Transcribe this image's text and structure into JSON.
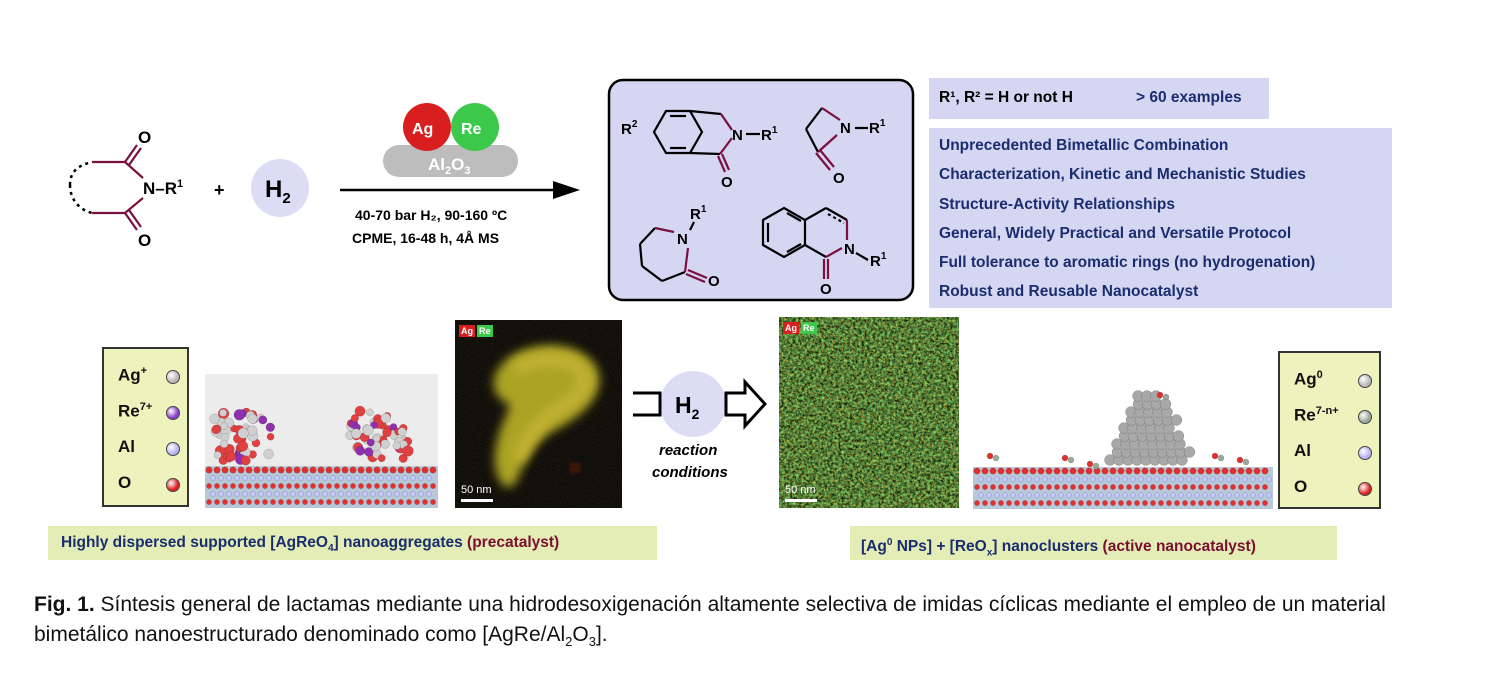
{
  "reactant": {
    "n_r": "N–R",
    "sup": "1",
    "o_top": "O",
    "o_bottom": "O"
  },
  "plus": "+",
  "h2": {
    "h": "H",
    "sub": "2"
  },
  "catalyst": {
    "ag": "Ag",
    "re": "Re",
    "support": "Al",
    "sub1": "2",
    "o": "O",
    "sub2": "3"
  },
  "conditions": {
    "line1": "40-70 bar H₂, 90-160 ºC",
    "line2": "CPME, 16-48 h, 4Å MS"
  },
  "products": {
    "r2": "R",
    "r2_sup": "2",
    "r1": "R",
    "r1_sup": "1",
    "n": "N",
    "o": "O"
  },
  "r_note": {
    "label": "R¹, R² = H or not H",
    "examples": "> 60 examples"
  },
  "features": [
    "Unprecedented Bimetallic Combination",
    "Characterization, Kinetic and Mechanistic Studies",
    "Structure-Activity Relationships",
    "General, Widely Practical and Versatile Protocol",
    "Full tolerance to aromatic rings (no hydrogenation)",
    "Robust and Reusable Nanocatalyst"
  ],
  "legend_left": [
    {
      "symbol": "Ag",
      "charge": "+",
      "color": "#b8b8b8"
    },
    {
      "symbol": "Re",
      "charge": "7+",
      "color": "#8a3fd0"
    },
    {
      "symbol": "Al",
      "charge": "",
      "color": "#b7b3f0"
    },
    {
      "symbol": "O",
      "charge": "",
      "color": "#e02020"
    }
  ],
  "legend_right": [
    {
      "symbol": "Ag",
      "charge": "0",
      "color": "#b8b8b8"
    },
    {
      "symbol": "Re",
      "charge": "7-n+",
      "color": "#9aa89a"
    },
    {
      "symbol": "Al",
      "charge": "",
      "color": "#b7b3f0"
    },
    {
      "symbol": "O",
      "charge": "",
      "color": "#e02020"
    }
  ],
  "micro_tags": {
    "ag": "Ag",
    "re": "Re"
  },
  "scale": "50 nm",
  "transform": {
    "h": "H",
    "sub": "2",
    "line1": "reaction",
    "line2": "conditions"
  },
  "caption_left": {
    "main": "Highly dispersed supported [AgReO",
    "sub": "4",
    "close": "] nanoaggregates ",
    "hl": "(precatalyst)"
  },
  "caption_right": {
    "p1": "[Ag",
    "sup": "0",
    "p2": " NPs] + [ReO",
    "sub": "x",
    "p3": "] nanoclusters ",
    "hl": "(active nanocatalyst)"
  },
  "figure_caption": {
    "label": "Fig. 1.",
    "text": " Síntesis general de lactamas mediante una hidrodesoxigenación altamente selectiva de imidas cíclicas mediante el empleo de un material bimetálico nanoestructurado denominado como [AgRe/Al",
    "s1": "2",
    "o": "O",
    "s2": "3",
    "end": "]."
  },
  "colors": {
    "bond": "#7a1040",
    "box_fill": "#d4d6f2",
    "strip_fill": "#e3edb5",
    "legend_fill": "#eef2bd",
    "ag_red": "#d81e1e",
    "re_green": "#3cc84a"
  }
}
